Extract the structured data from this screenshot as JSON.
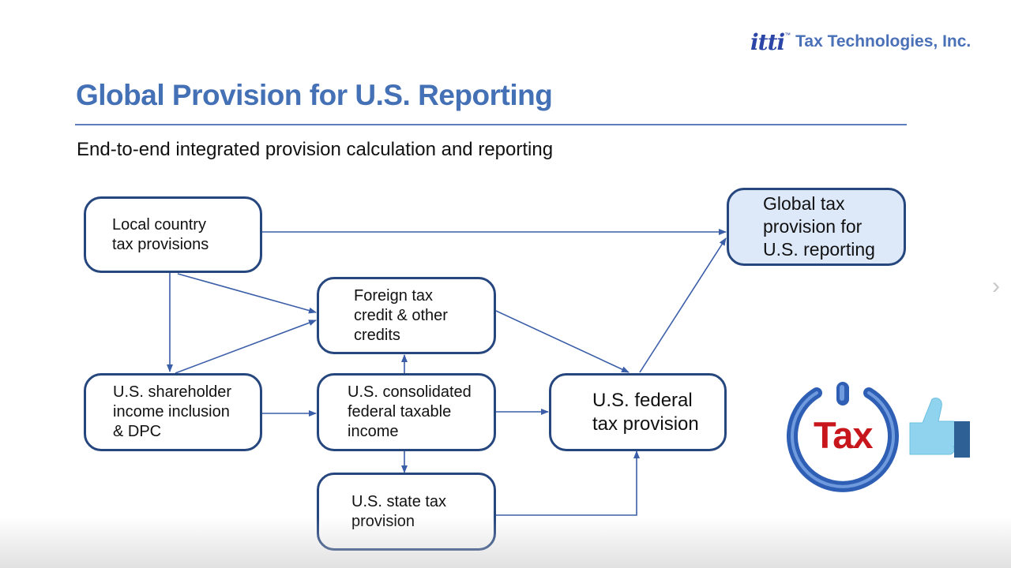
{
  "logo": {
    "mark": "itti",
    "tm": "™",
    "company": "Tax Technologies, Inc."
  },
  "slide": {
    "title": "Global Provision for U.S. Reporting",
    "subtitle": "End-to-end integrated provision calculation and reporting"
  },
  "nodes": {
    "local": "Local country\ntax provisions",
    "foreign": "Foreign tax\ncredit & other\ncredits",
    "shareholder": "U.S. shareholder\nincome inclusion\n& DPC",
    "consolidated": "U.S. consolidated\nfederal taxable\nincome",
    "federal": "U.S. federal\ntax provision",
    "state": "U.S. state tax\nprovision",
    "global": "Global tax\nprovision for\nU.S. reporting"
  },
  "badge": {
    "word": "Tax"
  },
  "icons": {
    "next": "chevron-right-icon",
    "power": "power-icon",
    "thumb": "thumbs-up-icon"
  },
  "colors": {
    "title": "#4470b5",
    "node_border": "#26467e",
    "connector": "#3b5ea8",
    "highlight_fill": "#dde8f9",
    "badge_red": "#c8161d",
    "power_blue": "#2f5fb5",
    "thumb_blue": "#8fd3ee"
  }
}
